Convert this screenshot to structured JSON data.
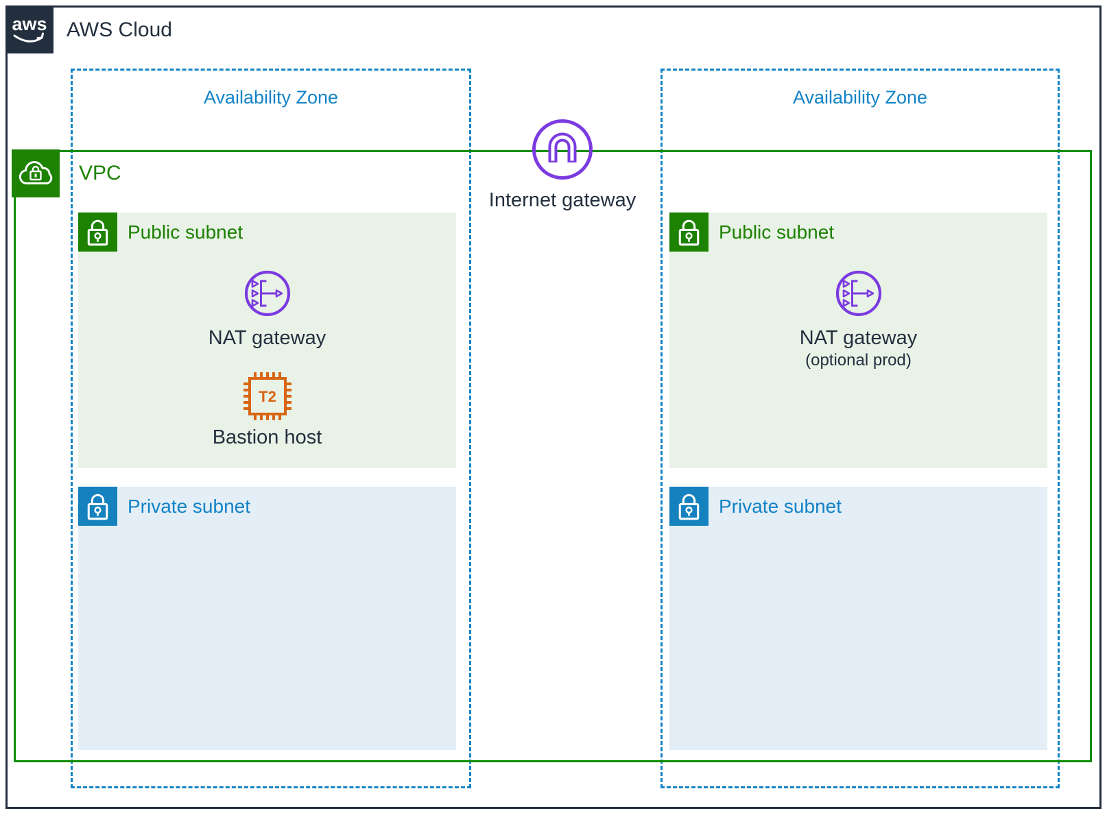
{
  "logo": {
    "text": "aws"
  },
  "title": "AWS Cloud",
  "igw": {
    "label": "Internet gateway"
  },
  "vpc": {
    "label": "VPC"
  },
  "az_left": {
    "label": "Availability Zone",
    "public": {
      "label": "Public subnet",
      "nat_label": "NAT gateway",
      "bastion_label": "Bastion host",
      "bastion_chip": "T2"
    },
    "private": {
      "label": "Private subnet"
    }
  },
  "az_right": {
    "label": "Availability Zone",
    "public": {
      "label": "Public subnet",
      "nat_label": "NAT gateway",
      "nat_sublabel": "(optional prod)"
    },
    "private": {
      "label": "Private subnet"
    }
  },
  "icons": {
    "logo": "aws-logo",
    "vpc": "cloud-lock-icon",
    "public_subnet": "lock-icon",
    "private_subnet": "lock-icon",
    "nat": "nat-gateway-icon",
    "bastion": "ec2-t2-chip-icon",
    "igw": "internet-gateway-icon"
  },
  "colors": {
    "navy": "#232F3E",
    "green_fill": "#1D8102",
    "green_border": "#108D00",
    "blue": "#1283C6",
    "blue_icon": "#1581BE",
    "purple": "#7B3BE0",
    "orange": "#D86613",
    "public_subnet_bg": "#E9F2E7",
    "private_subnet_bg": "#E4EEF6"
  }
}
